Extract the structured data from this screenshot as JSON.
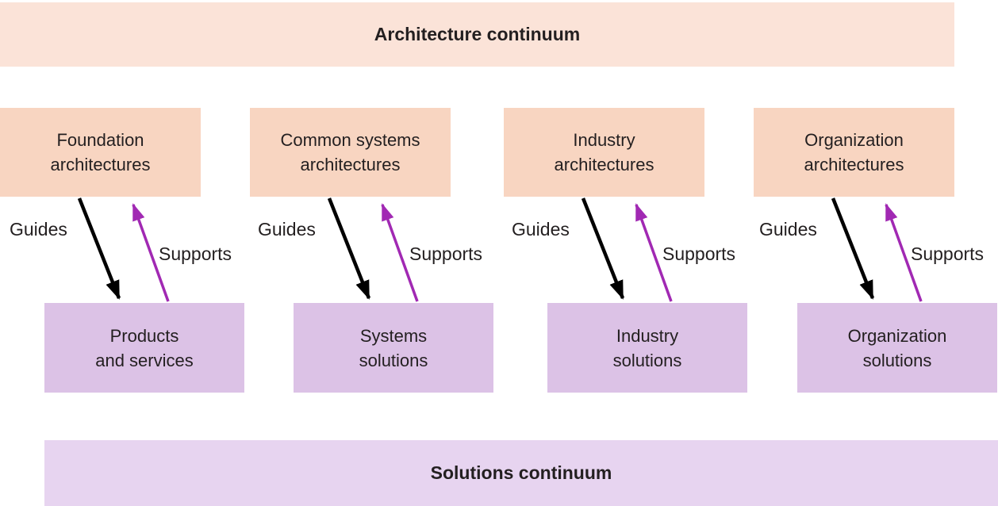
{
  "diagram": {
    "top_bar_label": "Architecture continuum",
    "bottom_bar_label": "Solutions continuum",
    "columns": [
      {
        "architecture_box": [
          "Foundation",
          "architectures"
        ],
        "solution_box": [
          "Products",
          "and services"
        ],
        "guides_label": "Guides",
        "supports_label": "Supports"
      },
      {
        "architecture_box": [
          "Common systems",
          "architectures"
        ],
        "solution_box": [
          "Systems",
          "solutions"
        ],
        "guides_label": "Guides",
        "supports_label": "Supports"
      },
      {
        "architecture_box": [
          "Industry",
          "architectures"
        ],
        "solution_box": [
          "Industry",
          "solutions"
        ],
        "guides_label": "Guides",
        "supports_label": "Supports"
      },
      {
        "architecture_box": [
          "Organization",
          "architectures"
        ],
        "solution_box": [
          "Organization",
          "solutions"
        ],
        "guides_label": "Guides",
        "supports_label": "Supports"
      }
    ]
  },
  "colors": {
    "continuum_bar_peach": "#fbe3d8",
    "architecture_box_peach": "#f8d5c1",
    "continuum_bar_lavender": "#e7d4f0",
    "solutions_box_lavender": "#dcc2e6",
    "guides_arrow_black": "#000000",
    "supports_arrow_purple": "#a129b3",
    "text_dark": "#231f20"
  }
}
